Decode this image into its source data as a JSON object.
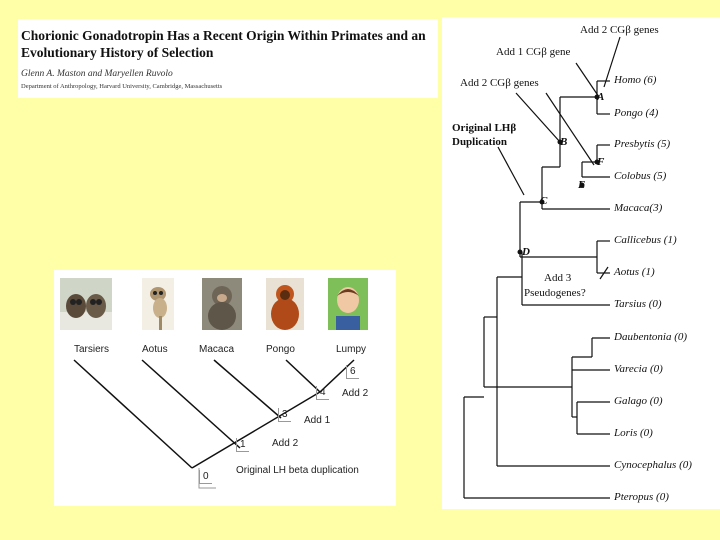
{
  "header": {
    "title": "Chorionic Gonadotropin Has a Recent Origin Within Primates and an Evolutionary History of Selection",
    "authors": "Glenn A. Maston and Maryellen Ruvolo",
    "affiliation": "Department of Anthropology, Harvard University, Cambridge, Massachusetts"
  },
  "simple_tree": {
    "taxa": [
      "Tarsiers",
      "Aotus",
      "Macaca",
      "Pongo",
      "Lumpy"
    ],
    "nodes": [
      {
        "num": "0",
        "label": "Original LH beta duplication"
      },
      {
        "num": "1",
        "label": "Add 2"
      },
      {
        "num": "3",
        "label": "Add 1"
      },
      {
        "num": "4",
        "label": "Add 2"
      },
      {
        "num": "6",
        "label": ""
      }
    ]
  },
  "full_tree": {
    "taxa": [
      "Homo (6)",
      "Pongo (4)",
      "Presbytis (5)",
      "Colobus (5)",
      "Macaca(3)",
      "Callicebus (1)",
      "Aotus (1)",
      "Tarsius (0)",
      "Daubentonia (0)",
      "Varecia (0)",
      "Galago (0)",
      "Loris (0)",
      "Cynocephalus (0)",
      "Pteropus (0)"
    ],
    "node_labels": [
      "A",
      "B",
      "F",
      "E",
      "C",
      "D"
    ],
    "annotations": {
      "add2_top": "Add 2 CGβ genes",
      "add1": "Add 1 CGβ gene",
      "add2": "Add 2 CGβ genes",
      "original_1": "Original LHβ",
      "original_2": "Duplication",
      "pseudo_1": "Add 3",
      "pseudo_2": "Pseudogenes?"
    }
  }
}
